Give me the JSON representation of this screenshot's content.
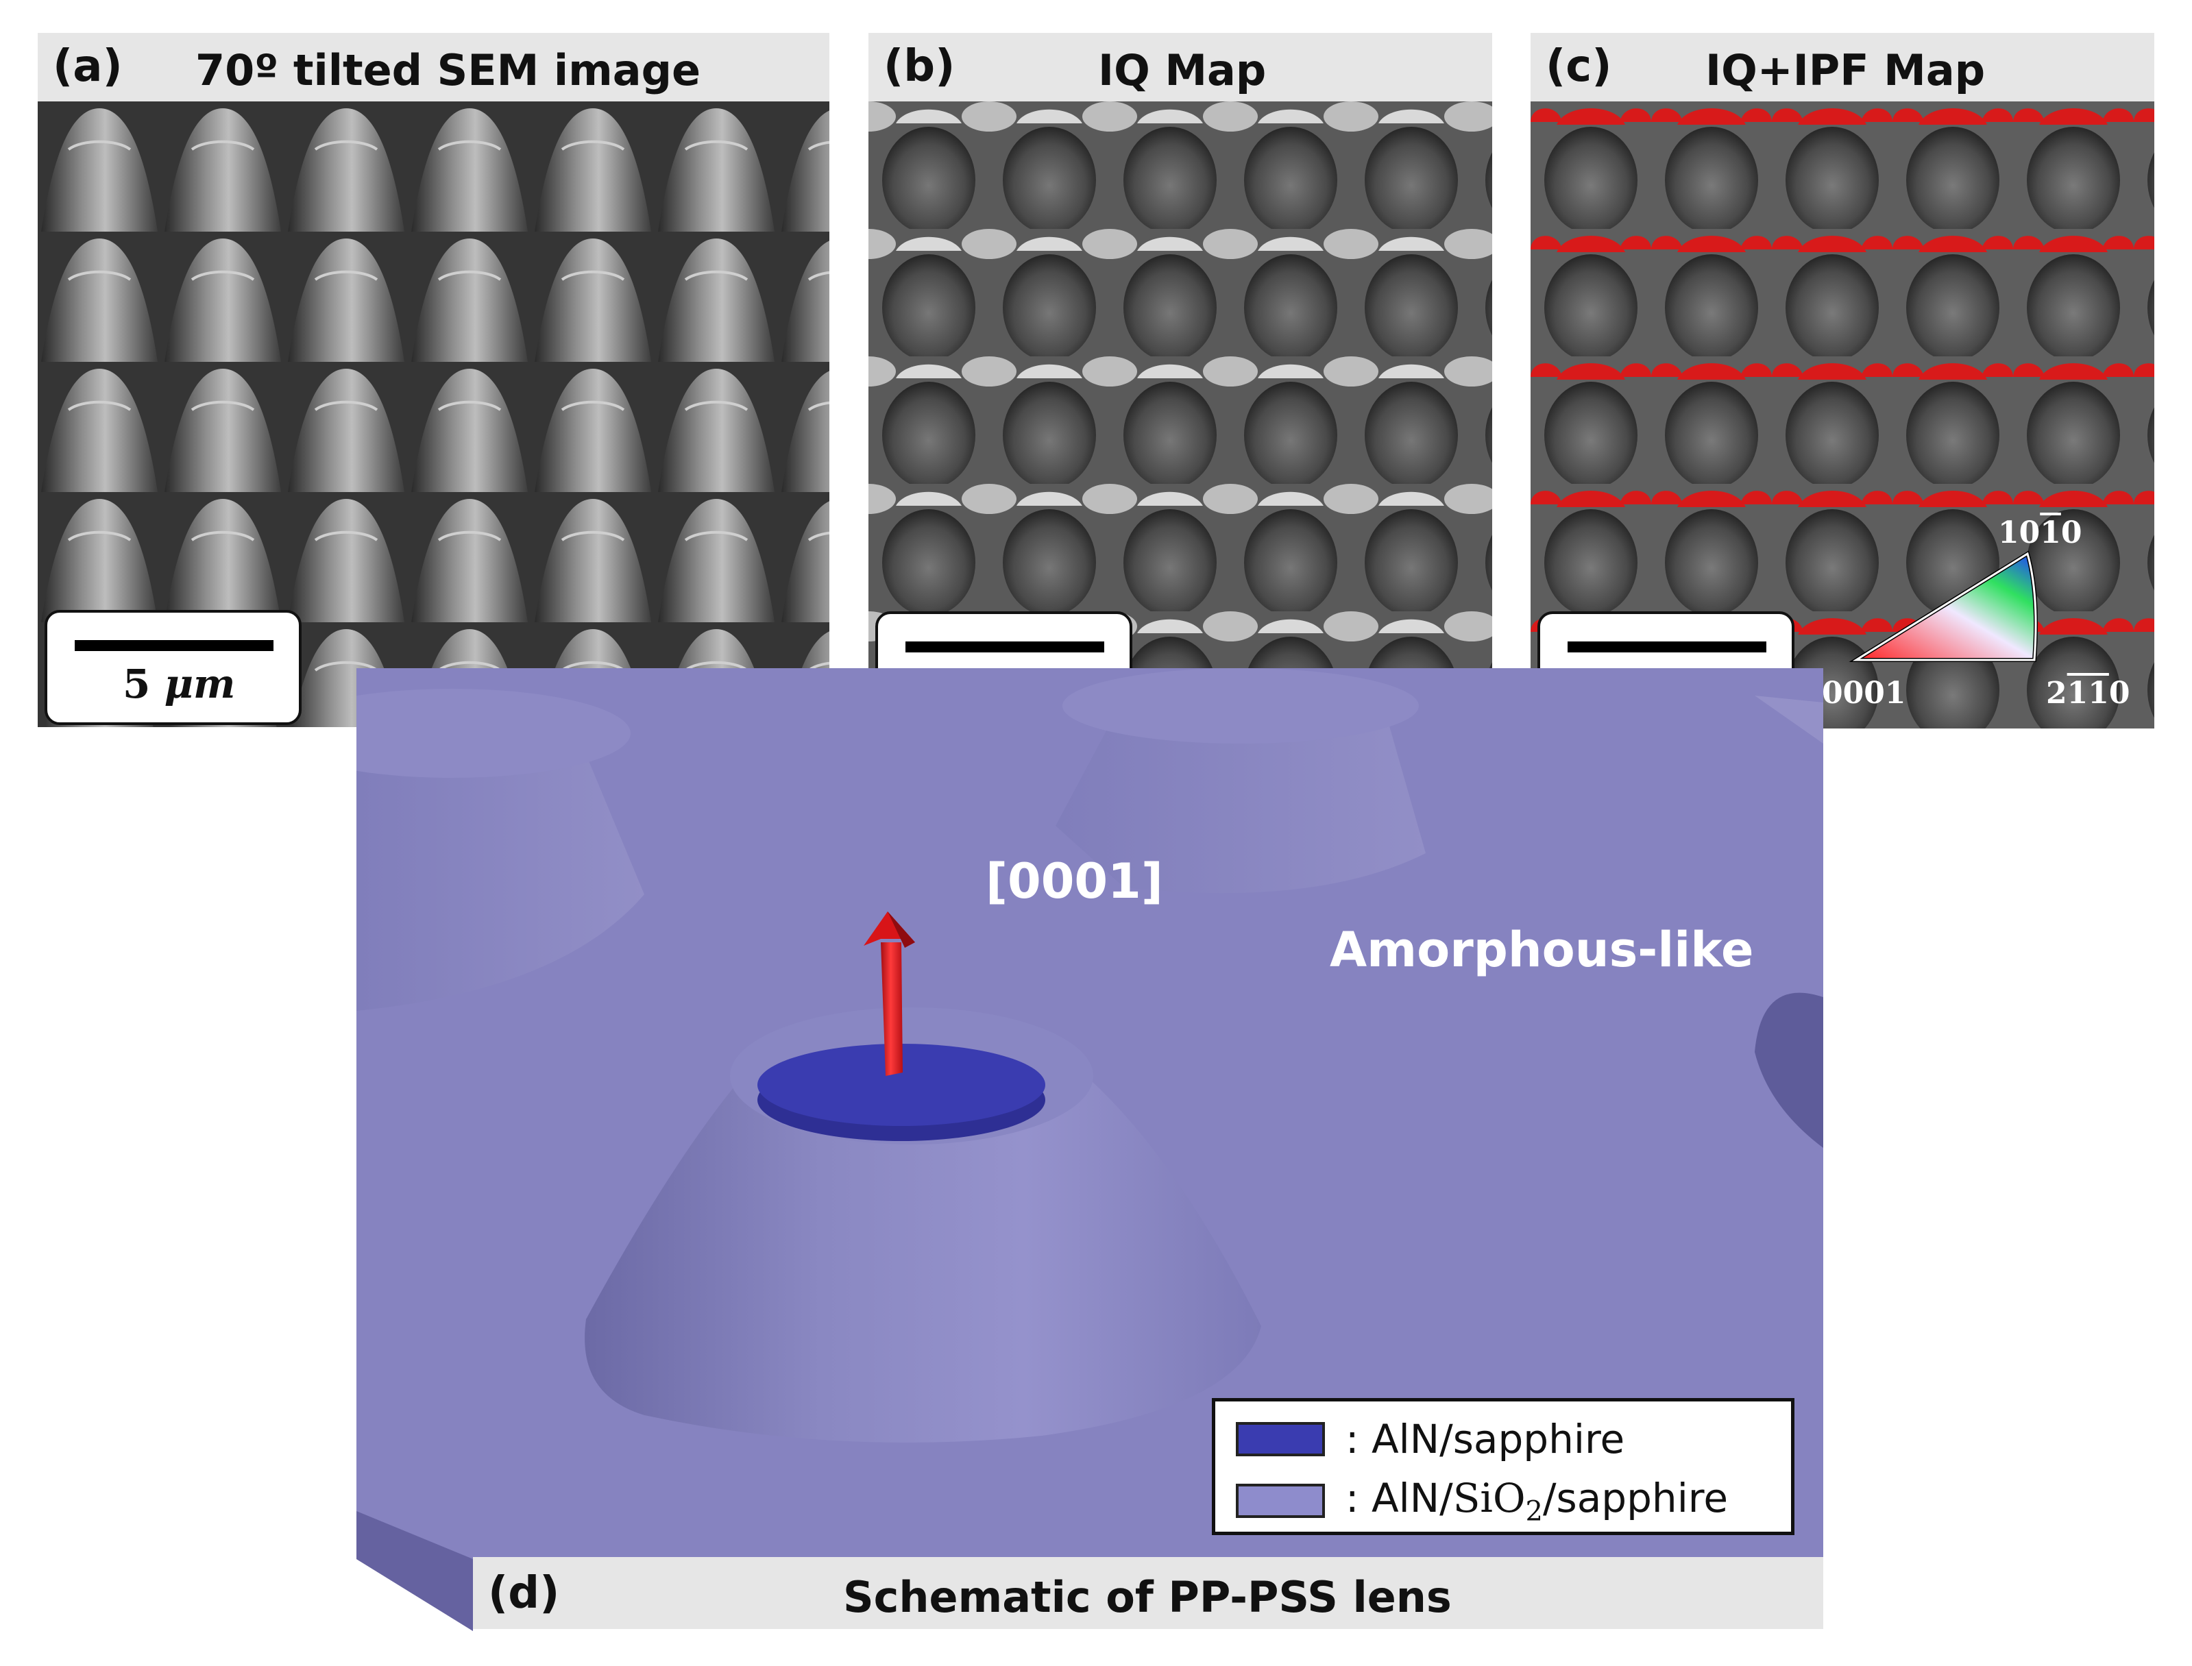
{
  "panels": [
    {
      "id": "a",
      "label": "(a)",
      "title": "70º tilted SEM image"
    },
    {
      "id": "b",
      "label": "(b)",
      "title": "IQ Map"
    },
    {
      "id": "c",
      "label": "(c)",
      "title": "IQ+IPF Map"
    }
  ],
  "scale_bar": {
    "value": "5",
    "unit": "μm"
  },
  "ipf_triangle": {
    "corner_0001": "0001",
    "corner_1010_prefix": "10",
    "corner_1010_bar": "1",
    "corner_1010_suffix": "0",
    "corner_2110_prefix": "2",
    "corner_2110_bar": "11",
    "corner_2110_suffix": "0"
  },
  "schematic": {
    "label": "(d)",
    "title": "Schematic of PP-PSS lens",
    "direction": "[0001]",
    "region_label": "Amorphous-like",
    "legend": [
      {
        "swatch_color": "#3a3cb0",
        "prefix": ": AlN/sapphire",
        "chem": "",
        "sub": "",
        "suffix": ""
      },
      {
        "swatch_color": "#8e8ccc",
        "prefix": ": AlN/",
        "chem": "SiO",
        "sub": "2",
        "suffix": "/sapphire"
      }
    ]
  },
  "colors": {
    "schematic_bg": "#8683c0",
    "aln_sapphire": "#3a3cb0",
    "arrow": "#e8141c",
    "ipf_dot": "#d81a1a"
  }
}
